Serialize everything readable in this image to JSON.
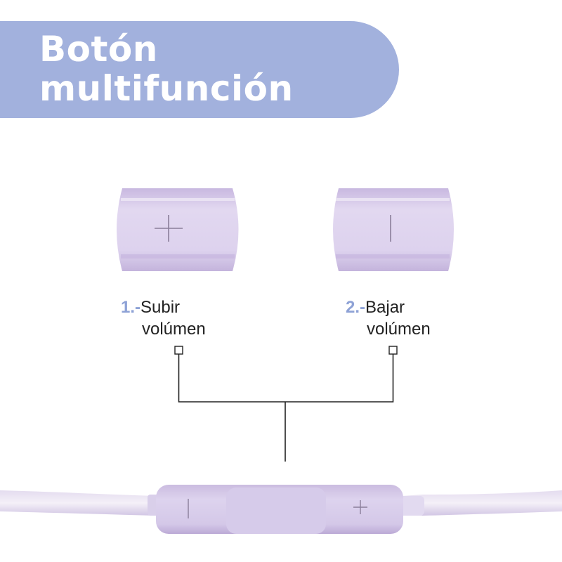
{
  "banner": {
    "title_line1": "Botón",
    "title_line2": "multifunción",
    "color": "#a2b1dd"
  },
  "buttons": [
    {
      "number": "1.-",
      "label_line1": "Subir",
      "label_line2": "volúmen",
      "icon": "plus-icon"
    },
    {
      "number": "2.-",
      "label_line1": "Bajar",
      "label_line2": "volúmen",
      "icon": "minus-icon"
    }
  ],
  "colors": {
    "accent": "#8ea2d6",
    "product_lilac": "#d8cdea",
    "text": "#222222"
  }
}
